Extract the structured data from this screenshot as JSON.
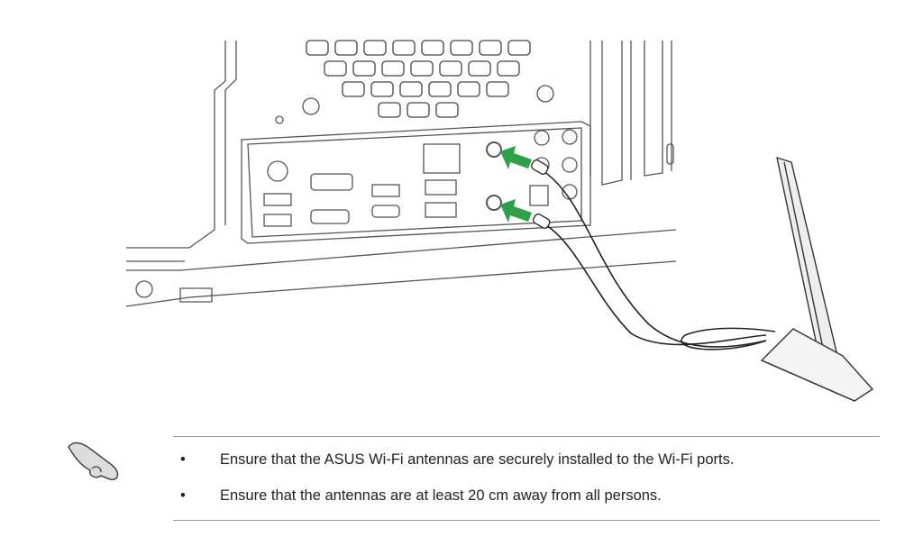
{
  "figure": {
    "description_icons": [
      "motherboard-io-panel",
      "wifi-antenna",
      "green-arrow",
      "note-hand-icon"
    ],
    "arrow_color": "#2ea04a"
  },
  "notes": {
    "items": [
      "Ensure that the ASUS Wi-Fi antennas are securely installed to the Wi-Fi ports.",
      "Ensure that the antennas are at least 20 cm away from all persons."
    ],
    "bullet": "•"
  }
}
